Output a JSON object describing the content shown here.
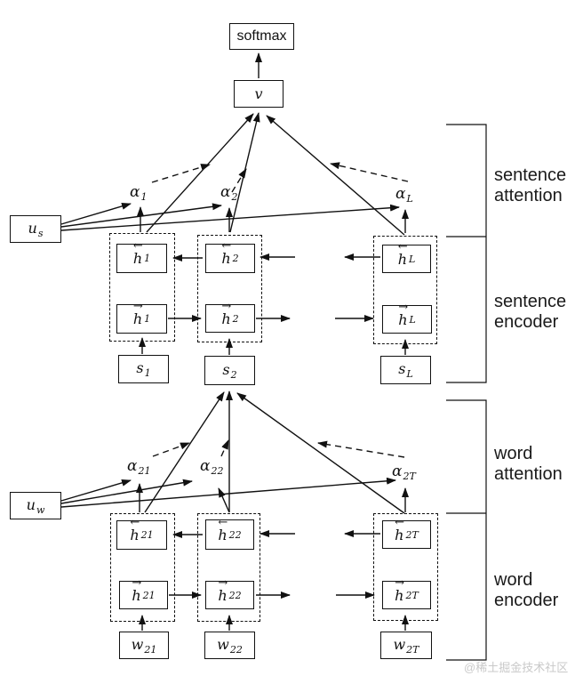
{
  "output": {
    "softmax": "softmax",
    "v": "v"
  },
  "side_labels": {
    "sentence_attention": "sentence attention",
    "sentence_encoder": "sentence encoder",
    "word_attention": "word attention",
    "word_encoder": "word encoder"
  },
  "sentence": {
    "context": {
      "base": "u",
      "sub": "s"
    },
    "alphas": [
      {
        "base": "α",
        "sub": "1"
      },
      {
        "base": "α",
        "sub": "2"
      },
      {
        "base": "α",
        "sub": "L"
      }
    ],
    "columns": [
      {
        "back": {
          "arrow": "←",
          "base": "h",
          "sub": "1"
        },
        "fwd": {
          "arrow": "→",
          "base": "h",
          "sub": "1"
        },
        "input": {
          "base": "s",
          "sub": "1"
        }
      },
      {
        "back": {
          "arrow": "←",
          "base": "h",
          "sub": "2"
        },
        "fwd": {
          "arrow": "→",
          "base": "h",
          "sub": "2"
        },
        "input": {
          "base": "s",
          "sub": "2"
        }
      },
      {
        "back": {
          "arrow": "←",
          "base": "h",
          "sub": "L"
        },
        "fwd": {
          "arrow": "→",
          "base": "h",
          "sub": "L"
        },
        "input": {
          "base": "s",
          "sub": "L"
        }
      }
    ]
  },
  "word": {
    "context": {
      "base": "u",
      "sub": "w"
    },
    "alphas": [
      {
        "base": "α",
        "sub": "21"
      },
      {
        "base": "α",
        "sub": "22"
      },
      {
        "base": "α",
        "sub": "2T"
      }
    ],
    "columns": [
      {
        "back": {
          "arrow": "←",
          "base": "h",
          "sub": "21"
        },
        "fwd": {
          "arrow": "→",
          "base": "h",
          "sub": "21"
        },
        "input": {
          "base": "w",
          "sub": "21"
        }
      },
      {
        "back": {
          "arrow": "←",
          "base": "h",
          "sub": "22"
        },
        "fwd": {
          "arrow": "→",
          "base": "h",
          "sub": "22"
        },
        "input": {
          "base": "w",
          "sub": "22"
        }
      },
      {
        "back": {
          "arrow": "←",
          "base": "h",
          "sub": "2T"
        },
        "fwd": {
          "arrow": "→",
          "base": "h",
          "sub": "2T"
        },
        "input": {
          "base": "w",
          "sub": "2T"
        }
      }
    ]
  },
  "watermark": "@稀土掘金技术社区",
  "colors": {
    "line": "#111111",
    "watermark": "#c9c9c9",
    "background": "#ffffff"
  }
}
